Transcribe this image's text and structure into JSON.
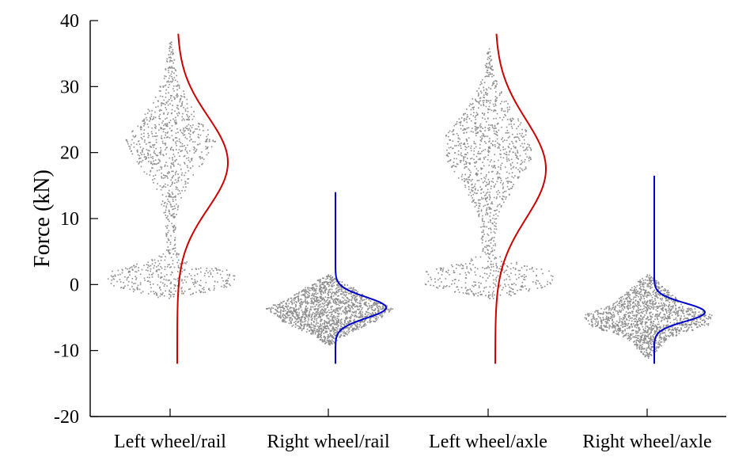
{
  "chart_data": {
    "type": "violin-scatter",
    "ylabel": "Force (kN)",
    "ylim": [
      -20,
      40
    ],
    "yticks": [
      -20,
      -10,
      0,
      10,
      20,
      30,
      40
    ],
    "grid": false,
    "categories": [
      "Left wheel/rail",
      "Right wheel/rail",
      "Left wheel/axle",
      "Right wheel/axle"
    ],
    "scatter_color": "#8c8c8c",
    "series": [
      {
        "category": "Left wheel/rail",
        "curve_color": "#cc0000",
        "pdf_peak_force": 18.5,
        "pdf_sigma": 7.0,
        "curve_range": [
          -12,
          38
        ],
        "point_range": [
          -2,
          37
        ],
        "spread_profile": [
          {
            "force": -2,
            "halfwidth": 0.12
          },
          {
            "force": 0,
            "halfwidth": 0.9
          },
          {
            "force": 2,
            "halfwidth": 0.9
          },
          {
            "force": 3.5,
            "halfwidth": 0.35
          },
          {
            "force": 5,
            "halfwidth": 0.07
          },
          {
            "force": 10,
            "halfwidth": 0.07
          },
          {
            "force": 15,
            "halfwidth": 0.22
          },
          {
            "force": 19,
            "halfwidth": 0.5
          },
          {
            "force": 22,
            "halfwidth": 0.65
          },
          {
            "force": 25,
            "halfwidth": 0.4
          },
          {
            "force": 28,
            "halfwidth": 0.25
          },
          {
            "force": 31,
            "halfwidth": 0.1
          },
          {
            "force": 37,
            "halfwidth": 0.01
          }
        ]
      },
      {
        "category": "Right wheel/rail",
        "curve_color": "#0000cc",
        "pdf_peak_force": -3.5,
        "pdf_sigma": 1.6,
        "curve_range": [
          -12,
          14
        ],
        "point_range": [
          -9,
          1.5
        ],
        "spread_profile": [
          {
            "force": -9,
            "halfwidth": 0.03
          },
          {
            "force": -7.5,
            "halfwidth": 0.25
          },
          {
            "force": -5.5,
            "halfwidth": 0.65
          },
          {
            "force": -3.5,
            "halfwidth": 0.9
          },
          {
            "force": -2,
            "halfwidth": 0.55
          },
          {
            "force": -0.5,
            "halfwidth": 0.35
          },
          {
            "force": 1.5,
            "halfwidth": 0.03
          }
        ]
      },
      {
        "category": "Left wheel/axle",
        "curve_color": "#cc0000",
        "pdf_peak_force": 17.5,
        "pdf_sigma": 7.5,
        "curve_range": [
          -12,
          38
        ],
        "point_range": [
          -2,
          36
        ],
        "spread_profile": [
          {
            "force": -2,
            "halfwidth": 0.12
          },
          {
            "force": 0,
            "halfwidth": 0.9
          },
          {
            "force": 2,
            "halfwidth": 0.9
          },
          {
            "force": 3.5,
            "halfwidth": 0.35
          },
          {
            "force": 5,
            "halfwidth": 0.1
          },
          {
            "force": 10,
            "halfwidth": 0.12
          },
          {
            "force": 15,
            "halfwidth": 0.35
          },
          {
            "force": 19,
            "halfwidth": 0.6
          },
          {
            "force": 23,
            "halfwidth": 0.6
          },
          {
            "force": 26,
            "halfwidth": 0.35
          },
          {
            "force": 29,
            "halfwidth": 0.2
          },
          {
            "force": 32,
            "halfwidth": 0.07
          },
          {
            "force": 36,
            "halfwidth": 0.01
          }
        ]
      },
      {
        "category": "Right wheel/axle",
        "curve_color": "#0000cc",
        "pdf_peak_force": -4.2,
        "pdf_sigma": 1.4,
        "curve_range": [
          -12,
          16.5
        ],
        "point_range": [
          -11,
          1.5
        ],
        "spread_profile": [
          {
            "force": -11,
            "halfwidth": 0.02
          },
          {
            "force": -8,
            "halfwidth": 0.3
          },
          {
            "force": -6,
            "halfwidth": 0.85
          },
          {
            "force": -4.5,
            "halfwidth": 0.9
          },
          {
            "force": -3,
            "halfwidth": 0.5
          },
          {
            "force": -1,
            "halfwidth": 0.3
          },
          {
            "force": 1.5,
            "halfwidth": 0.03
          }
        ]
      }
    ]
  }
}
